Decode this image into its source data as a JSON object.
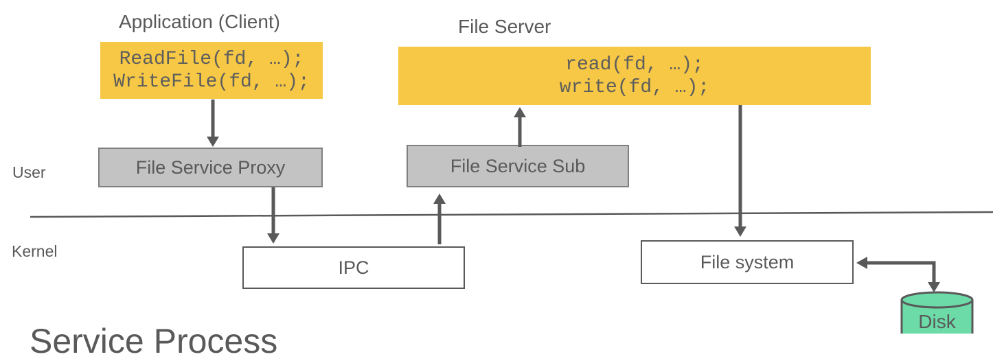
{
  "colors": {
    "accent_yellow": "#F6C845",
    "gray_box_fill": "#C3C3C3",
    "gray_box_border": "#7F7F7F",
    "outline_and_text_gray": "#595959",
    "disk_green": "#6CDBA8"
  },
  "diagram": {
    "app_title": "Application (Client)",
    "server_title": "File Server",
    "user_label": "User",
    "kernel_label": "Kernel",
    "app_code": {
      "line1": "ReadFile(fd, …);",
      "line2": "WriteFile(fd, …);"
    },
    "server_code": {
      "line1": "read(fd, …);",
      "line2": "write(fd, …);"
    },
    "proxy_label": "File Service Proxy",
    "sub_label": "File Service Sub",
    "ipc_label": "IPC",
    "fs_label": "File system",
    "disk_label": "Disk",
    "cutoff_heading": "Service Process"
  }
}
